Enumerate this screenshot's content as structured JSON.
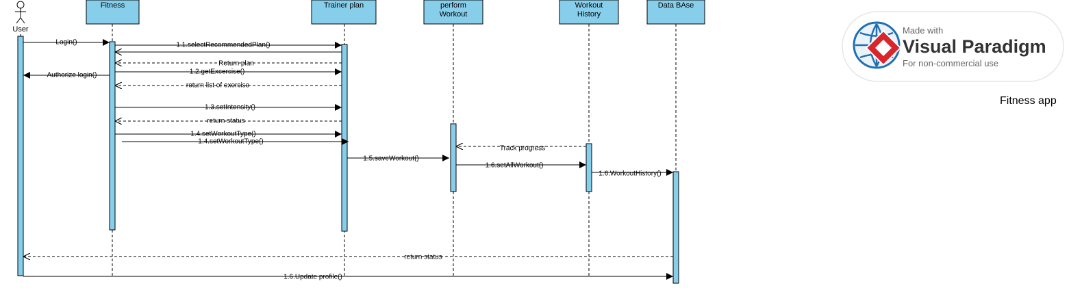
{
  "actor": {
    "label": "User"
  },
  "lifelines": [
    {
      "id": "fitness",
      "label": "Fitness"
    },
    {
      "id": "trainer",
      "label": "Trainer plan"
    },
    {
      "id": "perform",
      "label": "perform\nWorkout"
    },
    {
      "id": "history",
      "label": "Workout\nHistory"
    },
    {
      "id": "database",
      "label": "Data BAse"
    }
  ],
  "messages": [
    {
      "from": "user",
      "to": "fitness",
      "label": "Login()",
      "type": "sync"
    },
    {
      "from": "fitness",
      "to": "trainer",
      "label": "1.1.selectRecommendedPlan()",
      "type": "sync"
    },
    {
      "from": "trainer",
      "to": "fitness",
      "label": "",
      "type": "sync"
    },
    {
      "from": "trainer",
      "to": "fitness",
      "label": "Return plan",
      "type": "return"
    },
    {
      "from": "fitness",
      "to": "trainer",
      "label": "1.2.getExcercise()",
      "type": "sync"
    },
    {
      "from": "fitness",
      "to": "user",
      "label": "Authorize login()",
      "type": "sync"
    },
    {
      "from": "trainer",
      "to": "fitness",
      "label": "return list of exercise",
      "type": "return"
    },
    {
      "from": "fitness",
      "to": "trainer",
      "label": "1.3.setIntensity()",
      "type": "sync"
    },
    {
      "from": "trainer",
      "to": "fitness",
      "label": "return status",
      "type": "return"
    },
    {
      "from": "fitness",
      "to": "trainer",
      "label": "1.4.setWorkoutType()",
      "type": "sync"
    },
    {
      "from": "fitness",
      "to": "trainer",
      "label": "1.4.setWorkoutType()",
      "type": "sync"
    },
    {
      "from": "history",
      "to": "perform",
      "label": "Track progress",
      "type": "return"
    },
    {
      "from": "trainer",
      "to": "perform",
      "label": "1.5.saveWorkout()",
      "type": "sync"
    },
    {
      "from": "perform",
      "to": "history",
      "label": "1.6.setAllWorkout()",
      "type": "sync"
    },
    {
      "from": "history",
      "to": "database",
      "label": "1.6.WorkoutHistory()",
      "type": "sync"
    },
    {
      "from": "database",
      "to": "user",
      "label": "return status",
      "type": "return"
    },
    {
      "from": "user",
      "to": "database",
      "label": "1.6.Update profile()",
      "type": "sync"
    }
  ],
  "watermark": {
    "line1": "Made with",
    "line2": "Visual Paradigm",
    "line3": "For non-commercial use"
  },
  "caption": "Fitness app",
  "colors": {
    "box_fill": "#87CEEB",
    "line": "#000000",
    "logo_blue": "#1f6fb2",
    "logo_red": "#d9262c"
  }
}
